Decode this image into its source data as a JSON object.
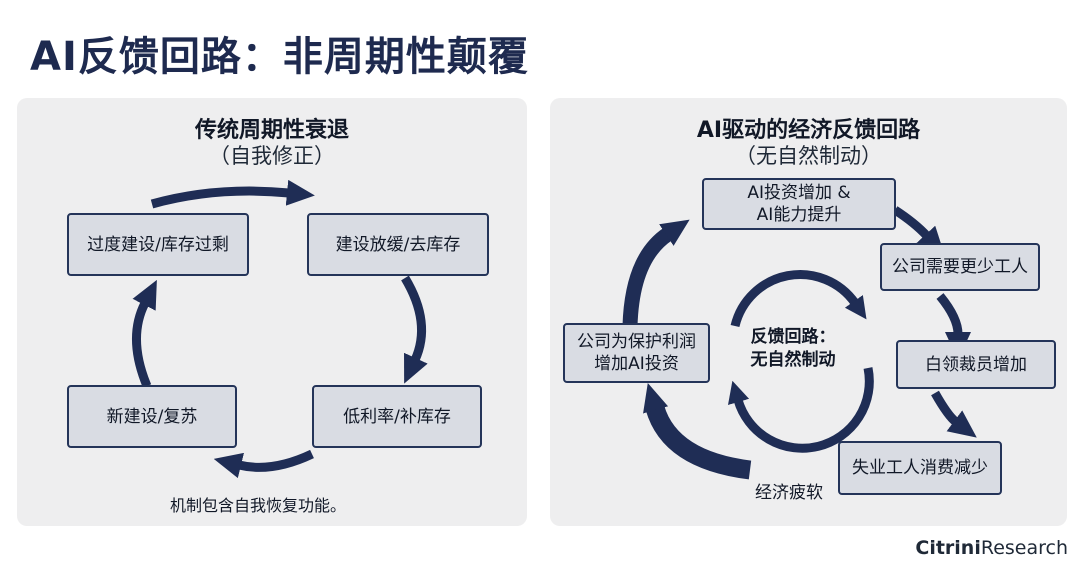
{
  "title": "AI反馈回路：非周期性颠覆",
  "left_panel": {
    "title": "传统周期性衰退",
    "subtitle": "（自我修正）",
    "nodes": [
      "过度建设/库存过剩",
      "建设放缓/去库存",
      "低利率/补库存",
      "新建设/复苏"
    ],
    "note": "机制包含自我恢复功能。"
  },
  "right_panel": {
    "title": "AI驱动的经济反馈回路",
    "subtitle": "（无自然制动）",
    "nodes": [
      "AI投资增加 &\nAI能力提升",
      "公司需要更少工人",
      "白领裁员增加",
      "失业工人消费减少",
      "公司为保护利润\n增加AI投资"
    ],
    "edge_label": "经济疲软",
    "center_line1": "反馈回路：",
    "center_line2": "无自然制动"
  },
  "brand": {
    "part1": "Citrini",
    "part2": "Research"
  },
  "colors": {
    "arrow": "#1f2d55",
    "box_fill": "#d9dce3",
    "box_border": "#243459",
    "panel_bg": "#eeeeef"
  }
}
